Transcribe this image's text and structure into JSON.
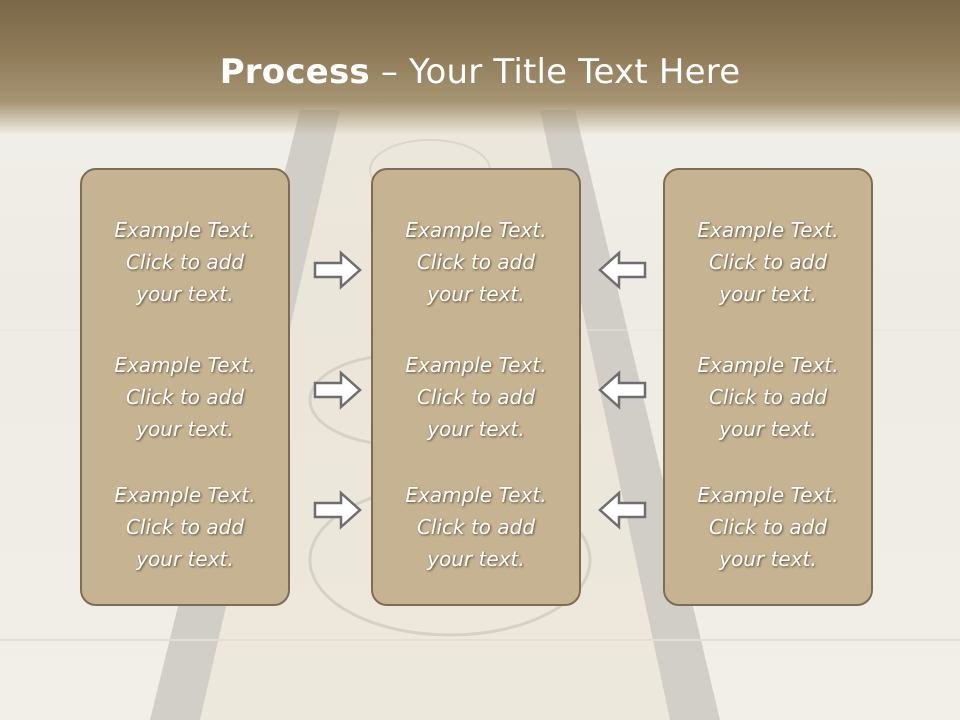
{
  "slide": {
    "title_bold": "Process",
    "title_rest": " – Your Title Text Here"
  },
  "columns": [
    {
      "items": [
        {
          "line1": "Example Text.",
          "line2": "Click  to add",
          "line3": "your text."
        },
        {
          "line1": "Example Text.",
          "line2": "Click  to add",
          "line3": "your text."
        },
        {
          "line1": "Example Text.",
          "line2": "Click  to add",
          "line3": "your text."
        }
      ]
    },
    {
      "items": [
        {
          "line1": "Example Text.",
          "line2": "Click  to add",
          "line3": "your text."
        },
        {
          "line1": "Example Text.",
          "line2": "Click  to add",
          "line3": "your text."
        },
        {
          "line1": "Example Text.",
          "line2": "Click  to add",
          "line3": "your text."
        }
      ]
    },
    {
      "items": [
        {
          "line1": "Example Text.",
          "line2": "Click  to add",
          "line3": "your text."
        },
        {
          "line1": "Example Text.",
          "line2": "Click  to add",
          "line3": "your text."
        },
        {
          "line1": "Example Text.",
          "line2": "Click  to add",
          "line3": "your text."
        }
      ]
    }
  ],
  "colors": {
    "header": "#8f7b58",
    "box_fill": "#c6b392",
    "box_border": "#7d6d55",
    "arrow_fill": "#ffffff",
    "arrow_stroke": "#6e6e6e"
  },
  "icons": [
    "arrow-right-icon",
    "arrow-left-icon"
  ]
}
